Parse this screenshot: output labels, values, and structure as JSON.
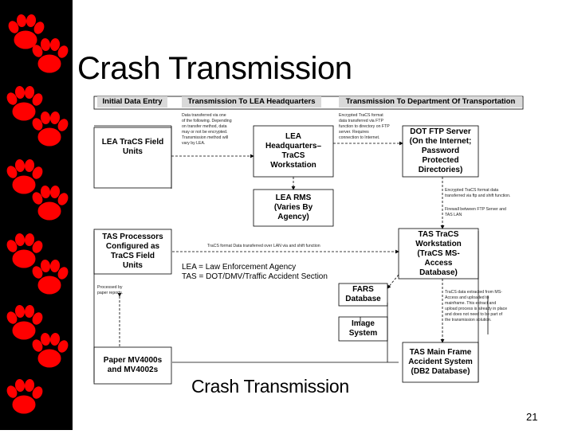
{
  "slide": {
    "title": "Crash Transmission",
    "page_number": "21"
  },
  "diagram": {
    "headers": {
      "initial": "Initial Data Entry",
      "lea_hq": "Transmission To LEA Headquarters",
      "dot": "Transmission To Department Of Transportation"
    },
    "boxes": {
      "field_units": "LEA TraCS Field\nUnits",
      "hq_workstation": "LEA\nHeadquarters–\nTraCS\nWorkstation",
      "dot_ftp": "DOT FTP Server\n(On the Internet;\nPassword\nProtected\nDirectories)",
      "lea_rms": "LEA RMS\n(Varies By\nAgency)",
      "tas_processors": "TAS Processors\nConfigured as\nTraCS Field\nUnits",
      "tas_workstation": "TAS TraCS\nWorkstation\n(TraCS MS-\nAccess\nDatabase)",
      "fars": "FARS\nDatabase",
      "image_system": "Image\nSystem",
      "paper_forms": "Paper MV4000s\nand MV4002s",
      "tas_mainframe": "TAS Main Frame\nAccident System\n(DB2 Database)"
    },
    "notes": {
      "hq_note": "Data transferred via one\nof the following. Depending\non transfer method, data\nmay or not be encrypted.\nTransmission method will\nvary by LEA.",
      "dot_note": "Encrypted TraCS format\ndata transferred via FTP\nfunction to directory on FTP\nserver. Requires\nconnection to Internet.",
      "ftp_note": "Encrypted TraCS format data\ntransferred via ftp and shift function.",
      "firewall_note": "Firewall between FTP Server and\nTAS LAN",
      "lan_note": "TraCS format Data transferred over LAN via and shift function",
      "processed_note": "Processed by\npaper reports.",
      "mainframe_note": "TraCS data extracted from MS-\nAccess and uploaded to\nmainframe. This extract and\nupload process is already in place\nand does not need to be part of\nthe transmission solution."
    },
    "legend": {
      "lea": "LEA = Law Enforcement Agency",
      "tas": "TAS = DOT/DMV/Traffic Accident Section"
    },
    "caption": "Crash Transmission"
  }
}
